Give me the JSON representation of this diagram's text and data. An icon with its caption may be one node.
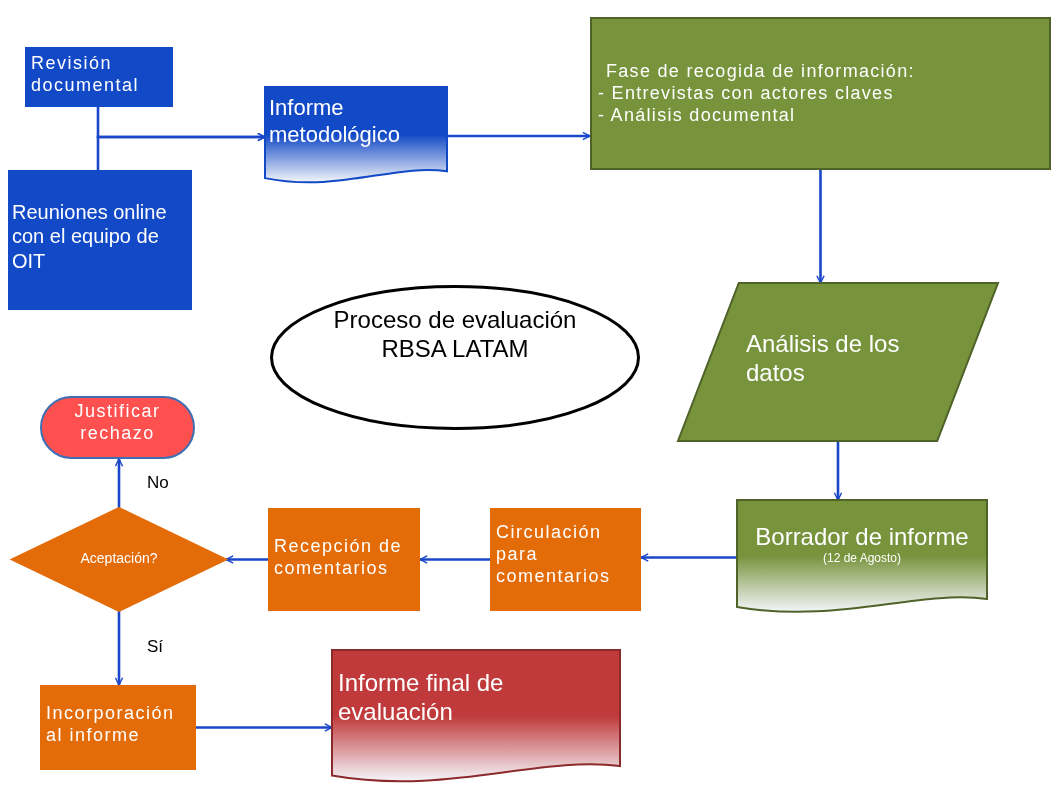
{
  "diagram": {
    "nodes": [
      {
        "text": [
          "Revisión documental"
        ]
      },
      {
        "text": [
          "Reuniones online con el equipo de OIT"
        ]
      },
      {
        "text": [
          "Informe metodológico"
        ]
      },
      {
        "text": [
          "Fase de recogida de información:",
          "- Entrevistas con actores claves",
          "- Análisis documental"
        ]
      },
      {
        "text": [
          "Análisis de los datos"
        ]
      },
      {
        "text": [
          "Borrador de informe",
          "(12 de Agosto)"
        ]
      },
      {
        "text": [
          "Circulación para comentarios"
        ]
      },
      {
        "text": [
          "Recepción de comentarios"
        ]
      },
      {
        "text": [
          "Aceptación?"
        ]
      },
      {
        "text": [
          "Justificar rechazo"
        ]
      },
      {
        "text": [
          "Incorporación al informe"
        ]
      },
      {
        "text": [
          "Informe final de evaluación"
        ]
      },
      {
        "text": [
          "Proceso de evaluación RBSA LATAM"
        ]
      }
    ],
    "edges": [
      {
        "from": 0,
        "to": 2,
        "arrow": "to"
      },
      {
        "from": 1,
        "to": 2,
        "arrow": "to"
      },
      {
        "from": 2,
        "to": 3,
        "arrow": "to"
      },
      {
        "from": 3,
        "to": 4,
        "arrow": "to"
      },
      {
        "from": 4,
        "to": 5,
        "arrow": "to"
      },
      {
        "from": 5,
        "to": 6,
        "arrow": "to"
      },
      {
        "from": 6,
        "to": 7,
        "arrow": "to"
      },
      {
        "from": 7,
        "to": 8,
        "arrow": "to"
      },
      {
        "from": 8,
        "to": 9,
        "arrow": "to",
        "label": "No"
      },
      {
        "from": 8,
        "to": 10,
        "arrow": "to",
        "label": "Sí"
      },
      {
        "from": 10,
        "to": 11,
        "arrow": "to"
      }
    ]
  }
}
